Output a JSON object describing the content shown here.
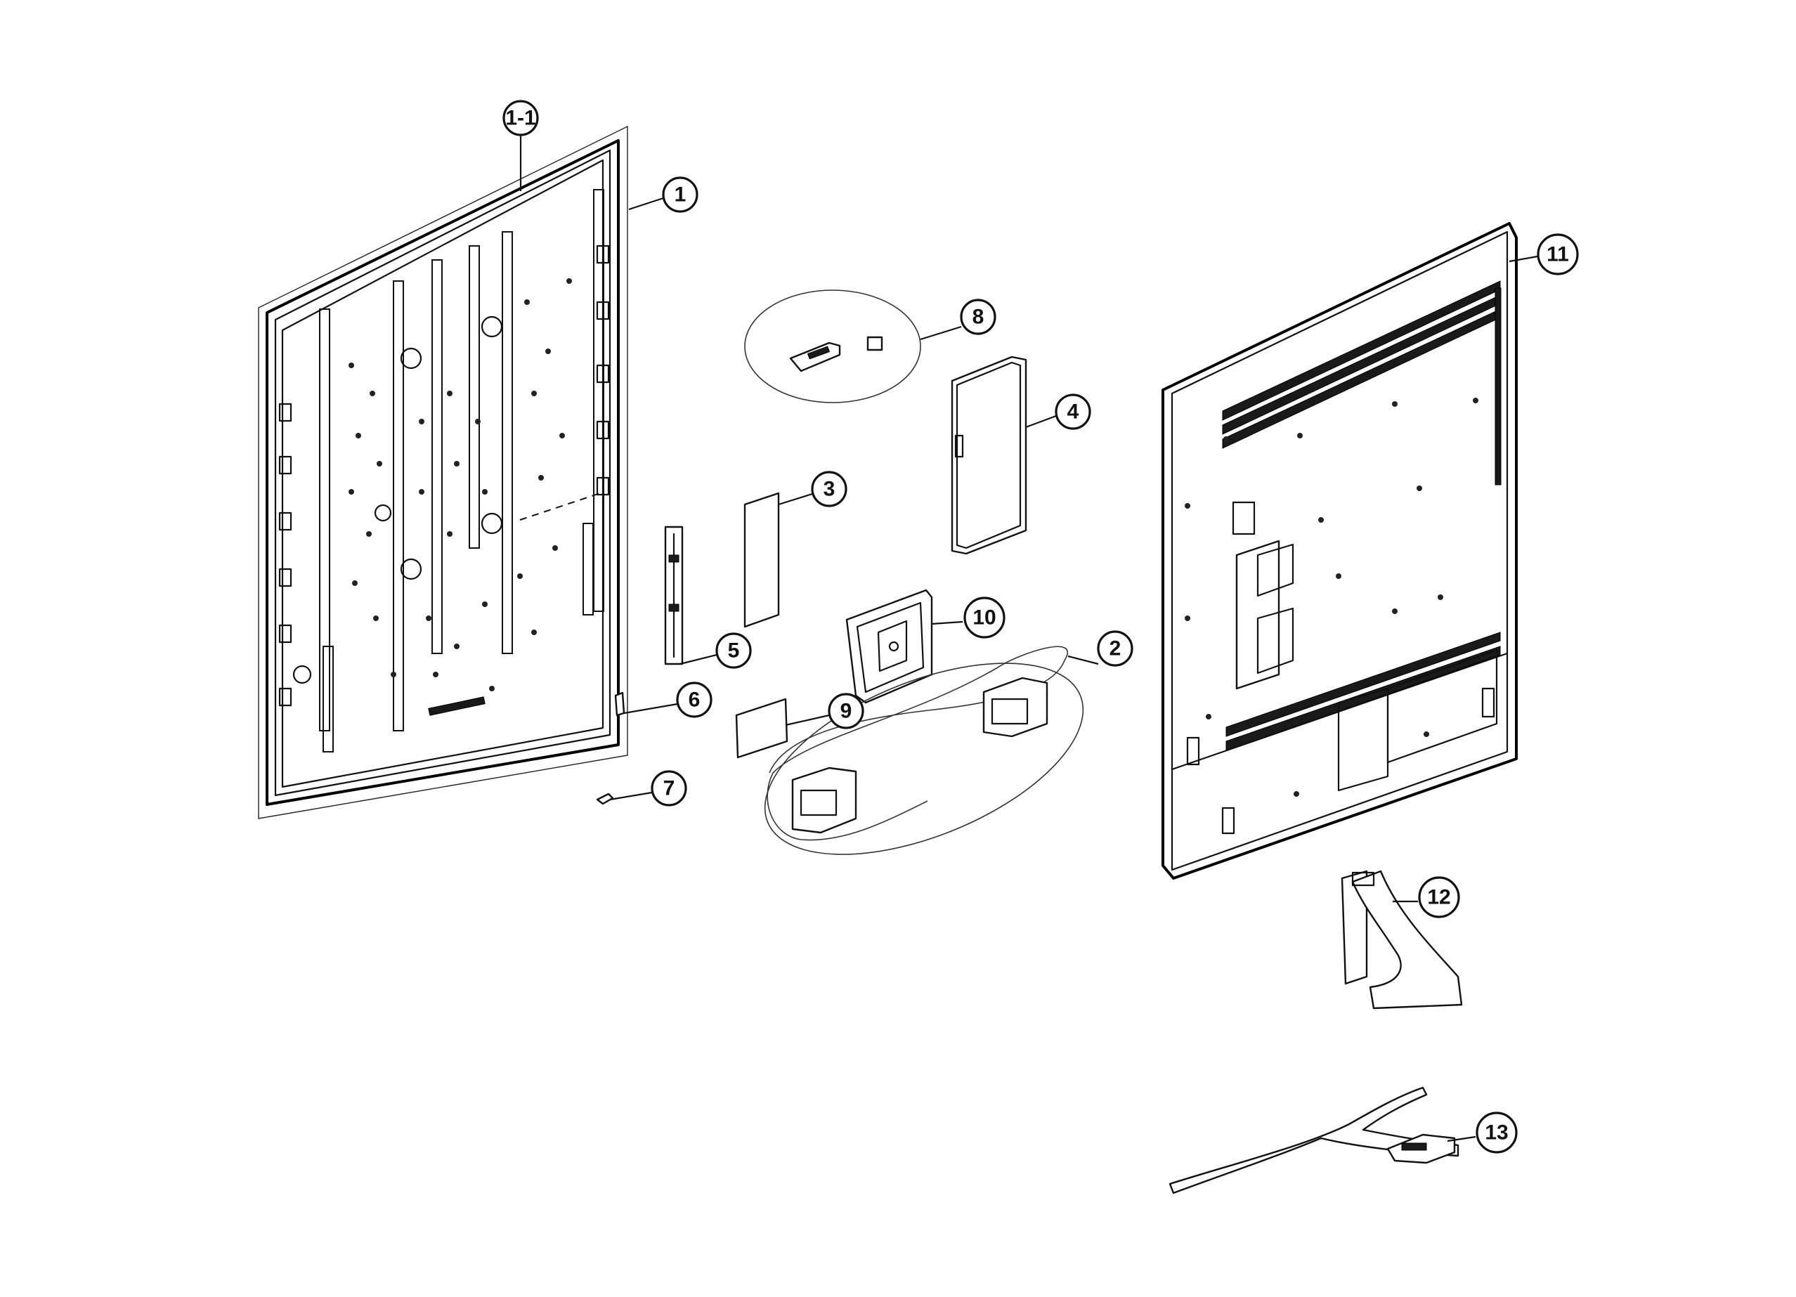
{
  "callouts": [
    {
      "id": "c1_1",
      "label": "1-1"
    },
    {
      "id": "c1",
      "label": "1"
    },
    {
      "id": "c2",
      "label": "2"
    },
    {
      "id": "c3",
      "label": "3"
    },
    {
      "id": "c4",
      "label": "4"
    },
    {
      "id": "c5",
      "label": "5"
    },
    {
      "id": "c6",
      "label": "6"
    },
    {
      "id": "c7",
      "label": "7"
    },
    {
      "id": "c8",
      "label": "8"
    },
    {
      "id": "c9",
      "label": "9"
    },
    {
      "id": "c10",
      "label": "10"
    },
    {
      "id": "c11",
      "label": "11"
    },
    {
      "id": "c12",
      "label": "12"
    },
    {
      "id": "c13",
      "label": "13"
    }
  ]
}
